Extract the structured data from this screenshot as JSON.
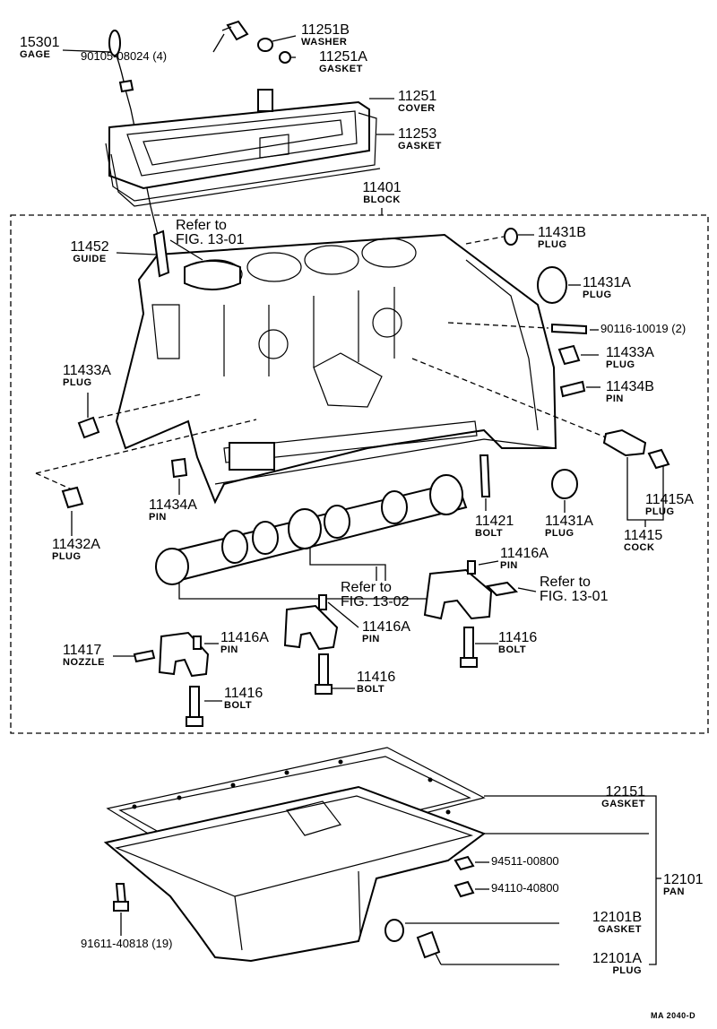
{
  "labels": {
    "p15301": {
      "num": "15301",
      "name": "GAGE"
    },
    "p90105": {
      "num": "90105-08024 (4)"
    },
    "p11251B": {
      "num": "11251B",
      "name": "WASHER"
    },
    "p11251A": {
      "num": "11251A",
      "name": "GASKET"
    },
    "p11251": {
      "num": "11251",
      "name": "COVER"
    },
    "p11253": {
      "num": "11253",
      "name": "GASKET"
    },
    "p11401": {
      "num": "11401",
      "name": "BLOCK"
    },
    "p11452": {
      "num": "11452",
      "name": "GUIDE"
    },
    "p11431B": {
      "num": "11431B",
      "name": "PLUG"
    },
    "p11431A_top": {
      "num": "11431A",
      "name": "PLUG"
    },
    "p90116": {
      "num": "90116-10019 (2)"
    },
    "p11433A_r": {
      "num": "11433A",
      "name": "PLUG"
    },
    "p11434B": {
      "num": "11434B",
      "name": "PIN"
    },
    "p11433A_l": {
      "num": "11433A",
      "name": "PLUG"
    },
    "p11434A": {
      "num": "11434A",
      "name": "PIN"
    },
    "p11432A": {
      "num": "11432A",
      "name": "PLUG"
    },
    "p11421": {
      "num": "11421",
      "name": "BOLT"
    },
    "p11431A_low": {
      "num": "11431A",
      "name": "PLUG"
    },
    "p11415A": {
      "num": "11415A",
      "name": "PLUG"
    },
    "p11415": {
      "num": "11415",
      "name": "COCK"
    },
    "p11416A_r": {
      "num": "11416A",
      "name": "PIN"
    },
    "p11416A_m": {
      "num": "11416A",
      "name": "PIN"
    },
    "p11416A_l": {
      "num": "11416A",
      "name": "PIN"
    },
    "p11417": {
      "num": "11417",
      "name": "NOZZLE"
    },
    "p11416_l": {
      "num": "11416",
      "name": "BOLT"
    },
    "p11416_m": {
      "num": "11416",
      "name": "BOLT"
    },
    "p11416_r": {
      "num": "11416",
      "name": "BOLT"
    },
    "p12151": {
      "num": "12151",
      "name": "GASKET"
    },
    "p94511": {
      "num": "94511-00800"
    },
    "p94110": {
      "num": "94110-40800"
    },
    "p12101": {
      "num": "12101",
      "name": "PAN"
    },
    "p12101B": {
      "num": "12101B",
      "name": "GASKET"
    },
    "p12101A": {
      "num": "12101A",
      "name": "PLUG"
    },
    "p91611": {
      "num": "91611-40818 (19)"
    }
  },
  "refs": {
    "ref_top": {
      "line1": "Refer to",
      "line2": "FIG. 13-01"
    },
    "ref_mid": {
      "line1": "Refer to",
      "line2": "FIG. 13-02"
    },
    "ref_right": {
      "line1": "Refer to",
      "line2": "FIG. 13-01"
    }
  },
  "drawing_code": "MA  2040-D"
}
